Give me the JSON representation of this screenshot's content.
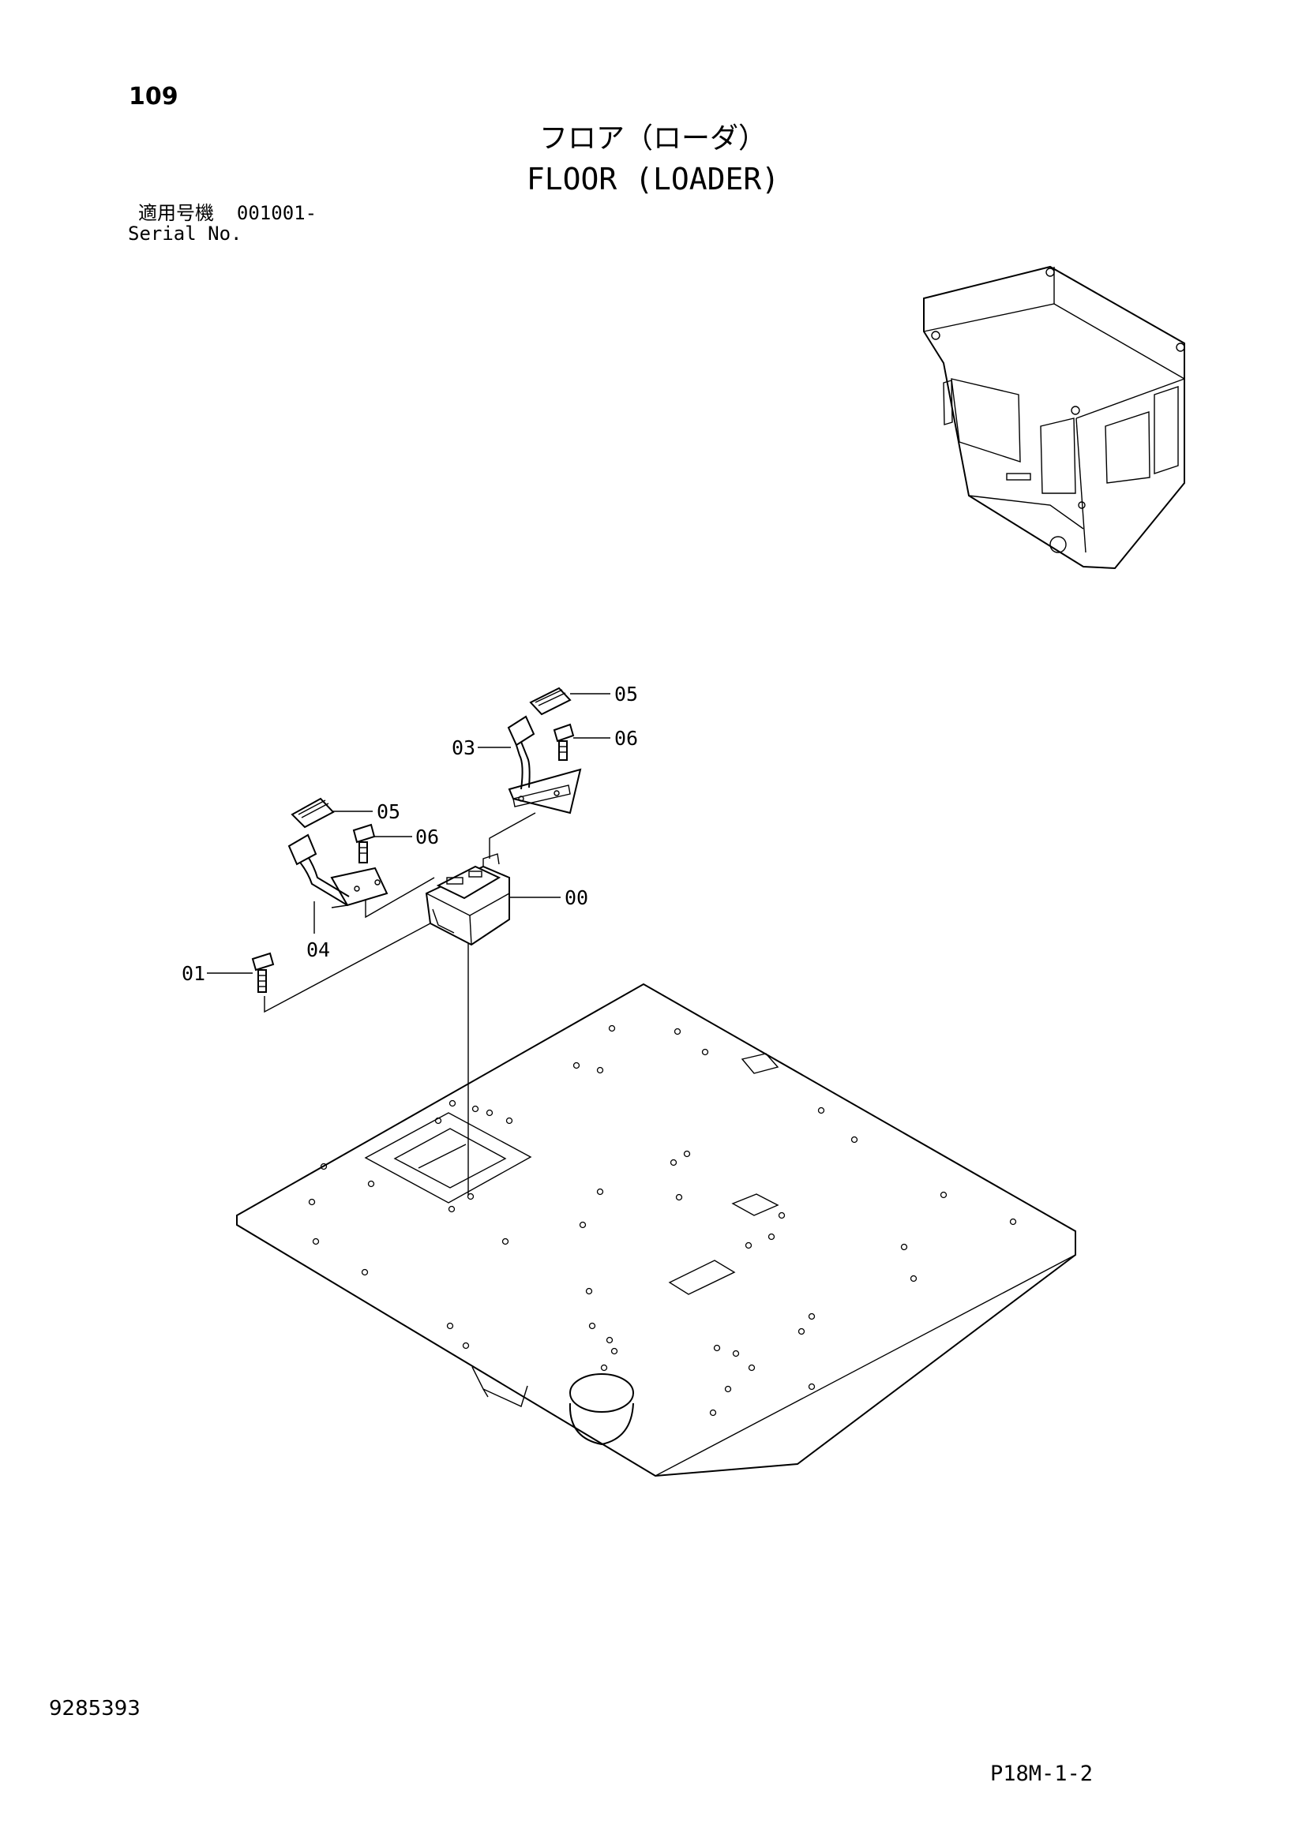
{
  "header": {
    "page_number": "109",
    "title_jp": "フロア（ローダ）",
    "title_en": "FLOOR (LOADER)",
    "serial_label_jp": "適用号機",
    "serial_value": "001001-",
    "serial_label_en": "Serial No."
  },
  "footer": {
    "doc_number": "9285393",
    "page_code": "P18M-1-2"
  },
  "callouts": [
    {
      "id": "05-right",
      "label": "05"
    },
    {
      "id": "06-right",
      "label": "06"
    },
    {
      "id": "03",
      "label": "03"
    },
    {
      "id": "05-left",
      "label": "05"
    },
    {
      "id": "06-left",
      "label": "06"
    },
    {
      "id": "00",
      "label": "00"
    },
    {
      "id": "04",
      "label": "04"
    },
    {
      "id": "01",
      "label": "01"
    }
  ]
}
